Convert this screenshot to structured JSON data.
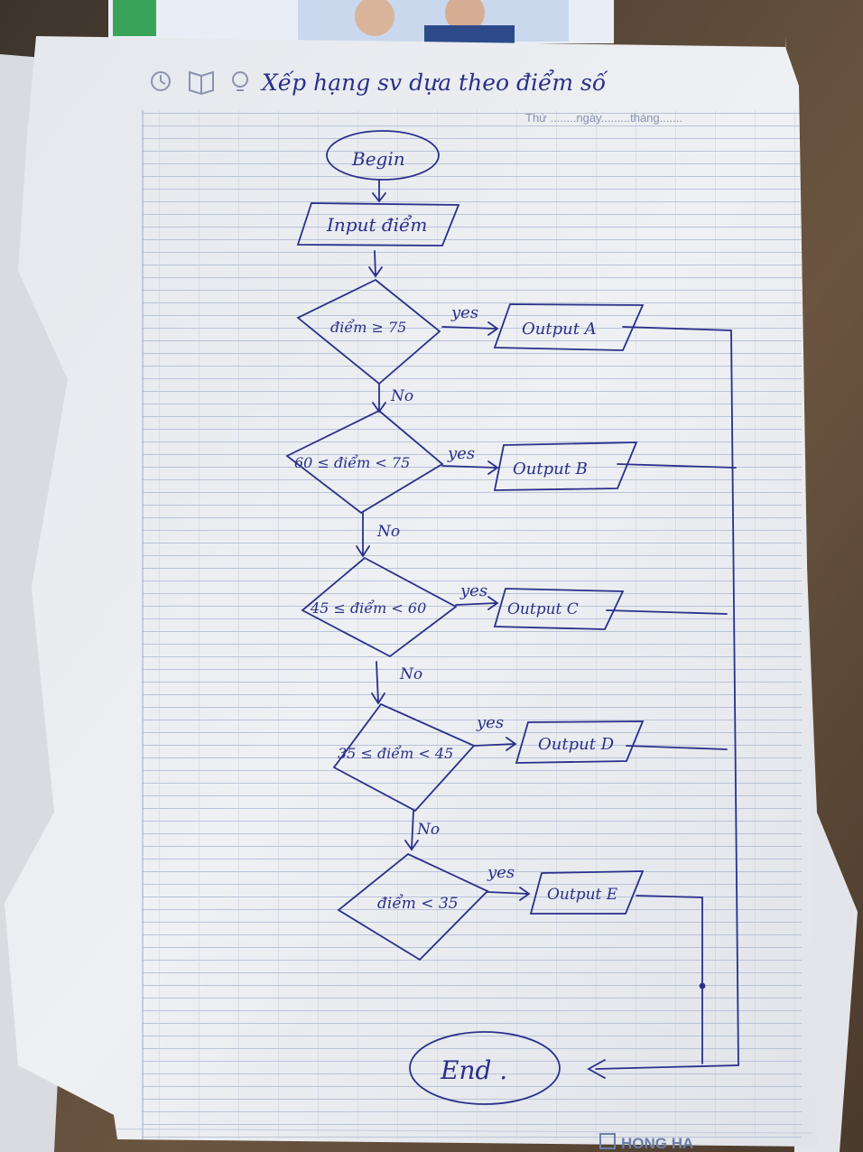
{
  "header": {
    "title": "Xếp hạng sv dựa theo điểm số",
    "date_line": "Thứ ........ngày.........tháng......."
  },
  "brand": "HONG HA",
  "flowchart": {
    "begin": "Begin",
    "input": "Input điểm",
    "decisions": [
      {
        "cond": "điểm ≥ 75",
        "yes": "yes",
        "no": "No",
        "output": "Output A"
      },
      {
        "cond": "60 ≤ điểm < 75",
        "yes": "yes",
        "no": "No",
        "output": "Output B"
      },
      {
        "cond": "45 ≤ điểm < 60",
        "yes": "yes",
        "no": "No",
        "output": "Output C"
      },
      {
        "cond": "35 ≤ điểm < 45",
        "yes": "yes",
        "no": "No",
        "output": "Output D"
      },
      {
        "cond": "điểm < 35",
        "yes": "yes",
        "output": "Output E"
      }
    ],
    "end": "End ."
  },
  "colors": {
    "ink": "#2b2f8a",
    "grid": "#b9c3d8",
    "paper": "#eceef2",
    "desk": "#5a4a3a"
  }
}
